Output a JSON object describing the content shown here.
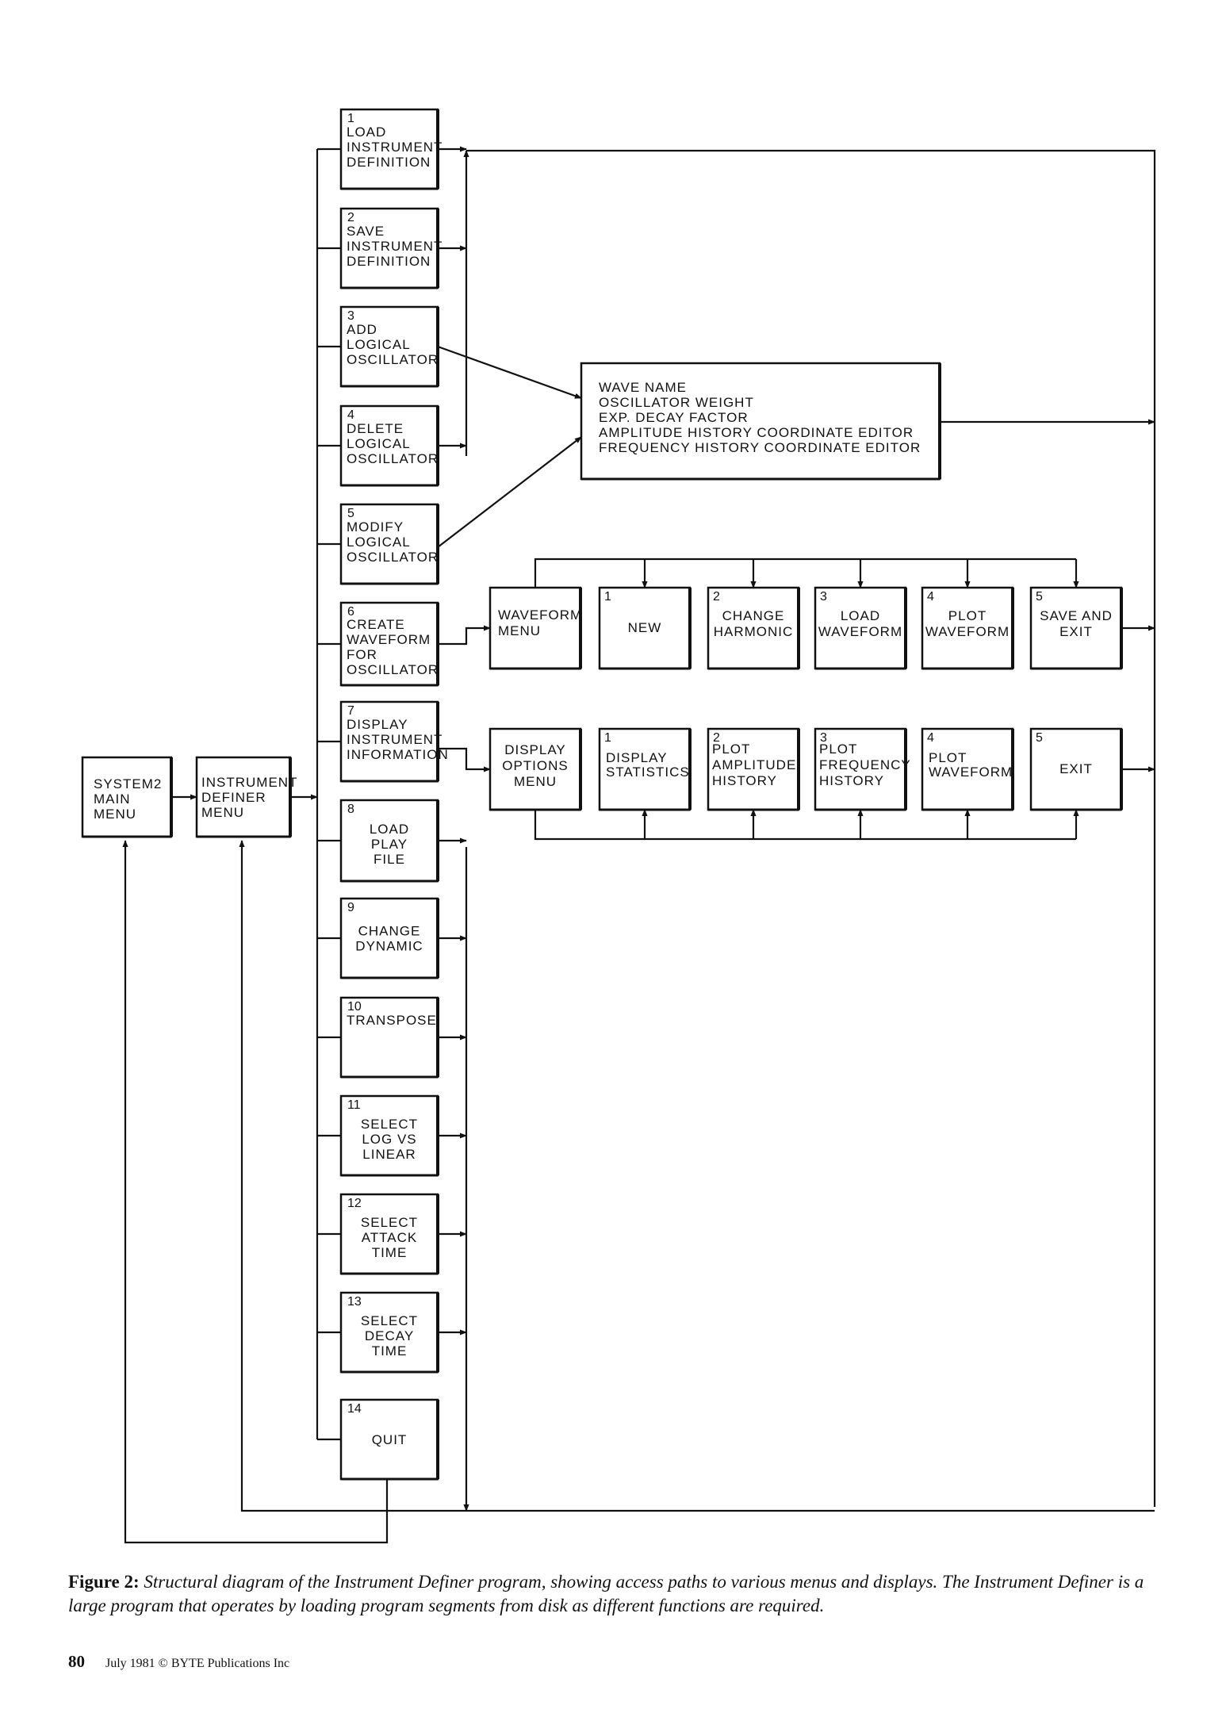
{
  "main_menu": {
    "lines": [
      "SYSTEM2",
      "MAIN",
      "MENU"
    ]
  },
  "definer_menu": {
    "lines": [
      "INSTRUMENT",
      "DEFINER",
      "MENU"
    ]
  },
  "menu_items": [
    {
      "num": "1",
      "lines": [
        "LOAD",
        "INSTRUMENT",
        "DEFINITION"
      ]
    },
    {
      "num": "2",
      "lines": [
        "SAVE",
        "INSTRUMENT",
        "DEFINITION"
      ]
    },
    {
      "num": "3",
      "lines": [
        "ADD",
        "LOGICAL",
        "OSCILLATOR"
      ]
    },
    {
      "num": "4",
      "lines": [
        "DELETE",
        "LOGICAL",
        "OSCILLATOR"
      ]
    },
    {
      "num": "5",
      "lines": [
        "MODIFY",
        "LOGICAL",
        "OSCILLATOR"
      ]
    },
    {
      "num": "6",
      "lines": [
        "CREATE",
        "WAVEFORM",
        "FOR",
        "OSCILLATOR"
      ]
    },
    {
      "num": "7",
      "lines": [
        "DISPLAY",
        "INSTRUMENT",
        "INFORMATION"
      ]
    },
    {
      "num": "8",
      "lines": [
        "LOAD",
        "PLAY",
        "FILE"
      ]
    },
    {
      "num": "9",
      "lines": [
        "CHANGE",
        "DYNAMIC"
      ]
    },
    {
      "num": "10",
      "lines": [
        "TRANSPOSE"
      ]
    },
    {
      "num": "11",
      "lines": [
        "SELECT",
        "LOG VS",
        "LINEAR"
      ]
    },
    {
      "num": "12",
      "lines": [
        "SELECT",
        "ATTACK",
        "TIME"
      ]
    },
    {
      "num": "13",
      "lines": [
        "SELECT",
        "DECAY",
        "TIME"
      ]
    },
    {
      "num": "14",
      "lines": [
        "QUIT"
      ]
    }
  ],
  "oscillator_editor": {
    "lines": [
      "WAVE NAME",
      "OSCILLATOR WEIGHT",
      "EXP. DECAY FACTOR",
      "AMPLITUDE HISTORY COORDINATE EDITOR",
      "FREQUENCY HISTORY COORDINATE EDITOR"
    ]
  },
  "waveform_menu": {
    "title_lines": [
      "WAVEFORM",
      "MENU"
    ],
    "options": [
      {
        "num": "1",
        "lines": [
          "NEW"
        ]
      },
      {
        "num": "2",
        "lines": [
          "CHANGE",
          "HARMONIC"
        ]
      },
      {
        "num": "3",
        "lines": [
          "LOAD",
          "WAVEFORM"
        ]
      },
      {
        "num": "4",
        "lines": [
          "PLOT",
          "WAVEFORM"
        ]
      },
      {
        "num": "5",
        "lines": [
          "SAVE AND",
          "EXIT"
        ]
      }
    ]
  },
  "display_menu": {
    "title_lines": [
      "DISPLAY",
      "OPTIONS",
      "MENU"
    ],
    "options": [
      {
        "num": "1",
        "lines": [
          "DISPLAY",
          "STATISTICS"
        ]
      },
      {
        "num": "2",
        "lines": [
          "PLOT",
          "AMPLITUDE",
          "HISTORY"
        ]
      },
      {
        "num": "3",
        "lines": [
          "PLOT",
          "FREQUENCY",
          "HISTORY"
        ]
      },
      {
        "num": "4",
        "lines": [
          "PLOT",
          "WAVEFORM"
        ]
      },
      {
        "num": "5",
        "lines": [
          "EXIT"
        ]
      }
    ]
  },
  "caption": {
    "figure_label": "Figure 2:",
    "text": "Structural diagram of the Instrument Definer program, showing access paths to various menus and displays. The Instrument Definer is a large program that operates by loading program segments from disk as different functions are required."
  },
  "footer": {
    "page_number": "80",
    "publication": "July 1981 © BYTE Publications Inc"
  }
}
